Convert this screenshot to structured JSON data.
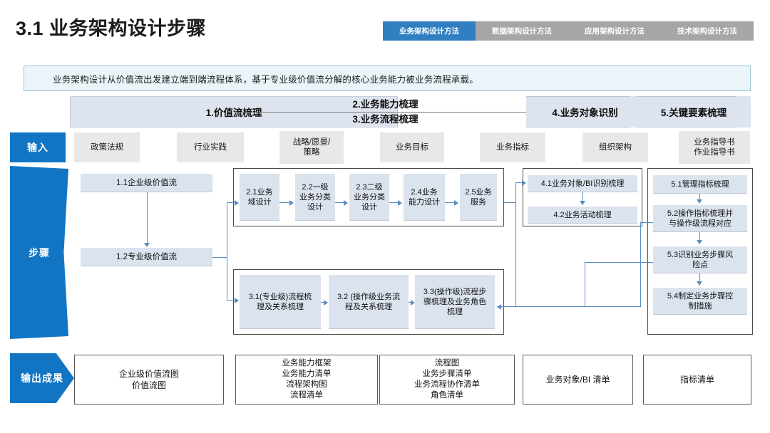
{
  "header": {
    "title": "3.1 业务架构设计步骤",
    "tabs": [
      {
        "label": "业务架构设计方法",
        "active": true
      },
      {
        "label": "数据架构设计方法",
        "active": false
      },
      {
        "label": "应用架构设计方法",
        "active": false
      },
      {
        "label": "技术架构设计方法",
        "active": false
      }
    ]
  },
  "banner": {
    "text": "业务架构设计从价值流出发建立端到端流程体系，基于专业级价值流分解的核心业务能力被业务流程承载。"
  },
  "phases": {
    "p1": "1.价值流梳理",
    "p2": "2.业务能力梳理",
    "p3": "3.业务流程梳理",
    "p4": "4.业务对象识别",
    "p5": "5.关键要素梳理"
  },
  "bands": {
    "input": "输入",
    "steps": "步骤",
    "output": "输出成果"
  },
  "inputs": [
    {
      "label": "政策法规"
    },
    {
      "label": "行业实践"
    },
    {
      "label": "战略/愿景/\n策略"
    },
    {
      "label": "业务目标"
    },
    {
      "label": "业务指标"
    },
    {
      "label": "组织架构"
    },
    {
      "label": "业务指导书\n作业指导书"
    }
  ],
  "steps": {
    "value_stream": [
      {
        "id": "1.1",
        "label": "1.1企业级价值流"
      },
      {
        "id": "1.2",
        "label": "1.2专业级价值流"
      }
    ],
    "capability": [
      {
        "id": "2.1",
        "label": "2.1业务\n域设计"
      },
      {
        "id": "2.2",
        "label": "2.2一级\n业务分类\n设计"
      },
      {
        "id": "2.3",
        "label": "2.3二级\n业务分类\n设计"
      },
      {
        "id": "2.4",
        "label": "2.4业务\n能力设计"
      },
      {
        "id": "2.5",
        "label": "2.5业务\n服务"
      }
    ],
    "process": [
      {
        "id": "3.1",
        "label": "3.1(专业级)流程梳\n理及关系梳理"
      },
      {
        "id": "3.2",
        "label": "3.2 (操作级业务流\n程及关系梳理"
      },
      {
        "id": "3.3",
        "label": "3.3(操作级)流程步\n骤梳理及业务角色\n梳理"
      }
    ],
    "object": [
      {
        "id": "4.1",
        "label": "4.1业务对象/BI识别梳理"
      },
      {
        "id": "4.2",
        "label": "4.2业务活动梳理"
      }
    ],
    "key_elements": [
      {
        "id": "5.1",
        "label": "5.1管理指标梳理"
      },
      {
        "id": "5.2",
        "label": "5.2操作指标梳理并\n与操作级流程对应"
      },
      {
        "id": "5.3",
        "label": "5.3识别业务步骤风\n险点"
      },
      {
        "id": "5.4",
        "label": "5.4制定业务步骤控\n制措施"
      }
    ]
  },
  "outputs": [
    {
      "label": "企业级价值流图\n价值流图"
    },
    {
      "label": "业务能力框架\n业务能力清单\n流程架构图\n流程清单"
    },
    {
      "label": "流程图\n业务步骤清单\n业务流程协作清单\n角色清单"
    },
    {
      "label": "业务对象/BI 清单"
    },
    {
      "label": "指标清单"
    }
  ],
  "colors": {
    "accent_blue": "#1275c4",
    "tab_active": "#2f7fc1",
    "tab_bar": "#a6a6a6",
    "banner_bg": "#eaf4f9",
    "step_box": "#dbe3ee",
    "input_box": "#e8e8e8",
    "connector": "#5b8cc0"
  }
}
